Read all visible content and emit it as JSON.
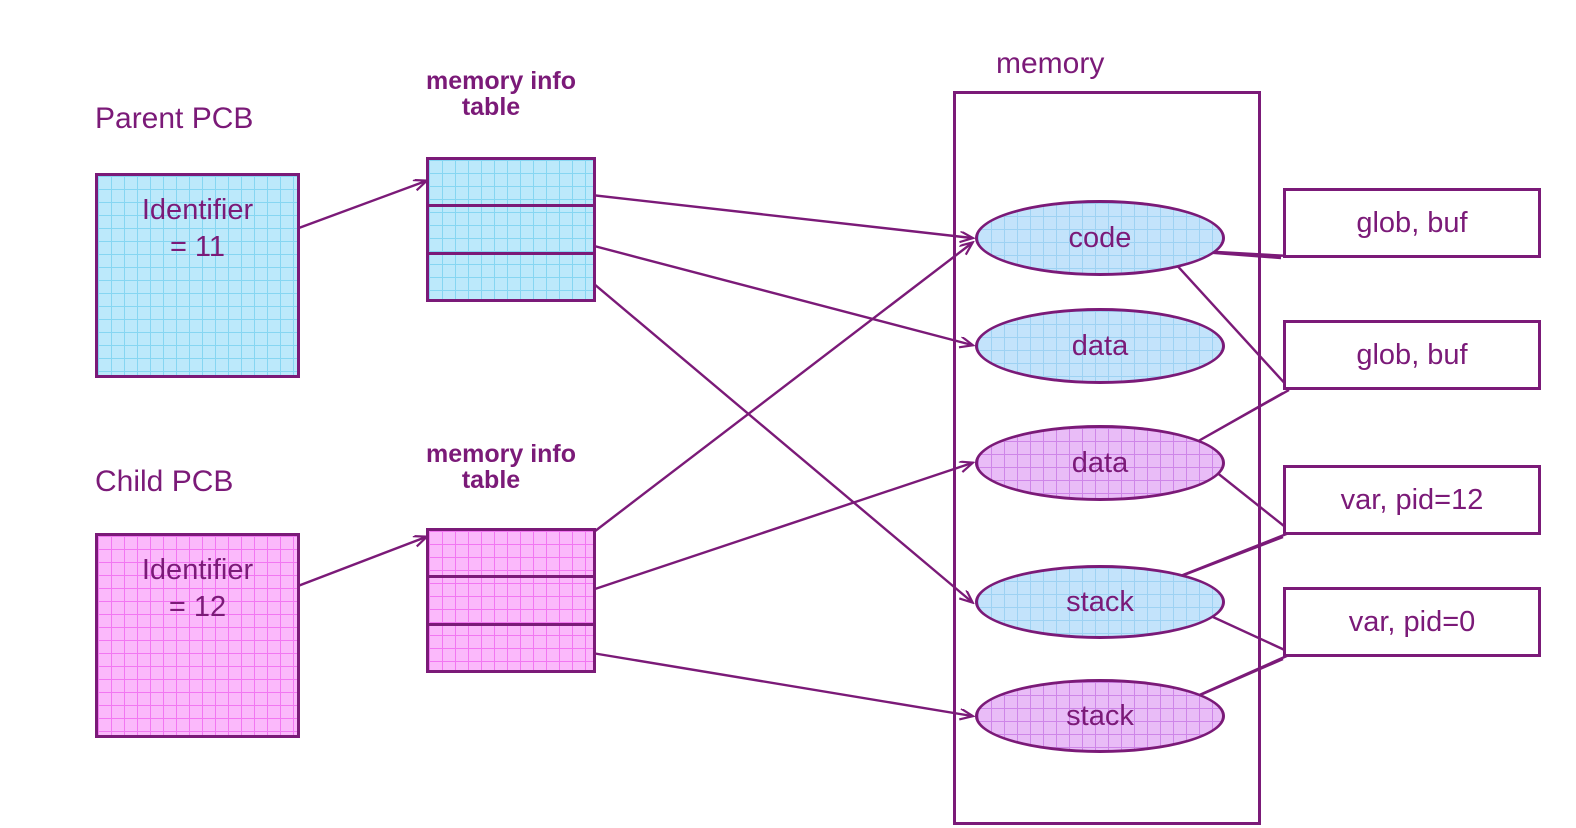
{
  "diagram": {
    "title_visible": false,
    "accent_color": "#7B1A78",
    "parent_fill": "#BCE9FB",
    "child_fill": "#FBB9FB",
    "parent": {
      "pcb_label": "Parent PCB",
      "pcb_line1": "Identifier",
      "pcb_line2": "= 11",
      "table_label_line1": "memory info",
      "table_label_line2": "table",
      "table_rows": [
        "",
        "",
        ""
      ]
    },
    "child": {
      "pcb_label": "Child PCB",
      "pcb_line1": "Identifier",
      "pcb_line2": "= 12",
      "table_label_line1": "memory info",
      "table_label_line2": "table",
      "table_rows": [
        "",
        "",
        ""
      ]
    },
    "memory": {
      "label": "memory",
      "segments": [
        {
          "name": "code",
          "owner": "shared"
        },
        {
          "name": "data",
          "owner": "parent"
        },
        {
          "name": "data",
          "owner": "child"
        },
        {
          "name": "stack",
          "owner": "parent"
        },
        {
          "name": "stack",
          "owner": "child"
        }
      ]
    },
    "callouts": [
      {
        "text": "glob, buf"
      },
      {
        "text": "glob, buf"
      },
      {
        "text": "var, pid=12"
      },
      {
        "text": "var, pid=0"
      }
    ]
  }
}
